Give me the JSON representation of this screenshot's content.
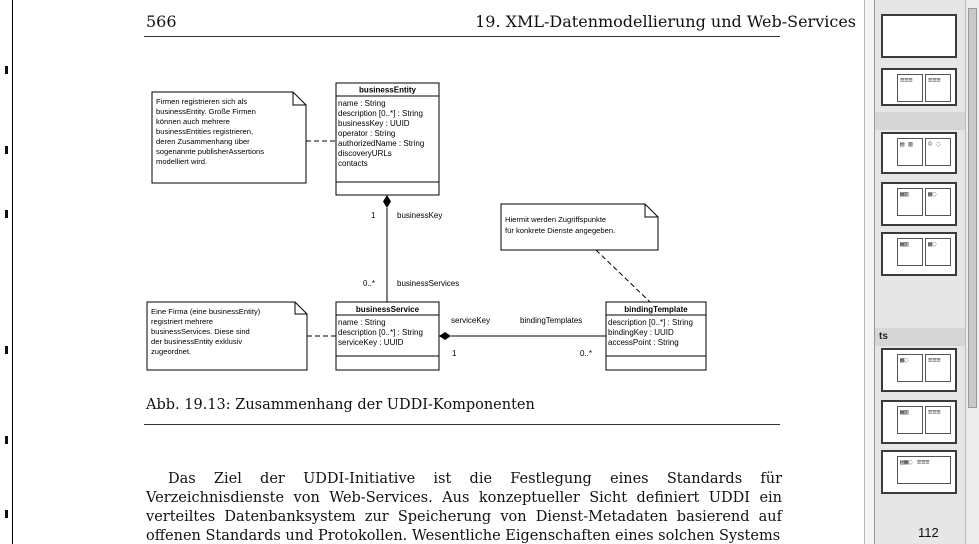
{
  "page": {
    "number": "566",
    "chapter_title": "19.  XML-Datenmodellierung und Web-Services"
  },
  "diagram": {
    "businessEntity": {
      "title": "businessEntity",
      "attributes": [
        "name : String",
        "description [0..*] : String",
        "businessKey : UUID",
        "operator : String",
        "authorizedName : String",
        "discoveryURLs",
        "contacts"
      ]
    },
    "businessService": {
      "title": "businessService",
      "attributes": [
        "name : String",
        "description [0..*] : String",
        "serviceKey : UUID"
      ]
    },
    "bindingTemplate": {
      "title": "bindingTemplate",
      "attributes": [
        "description [0..*] : String",
        "bindingKey : UUID",
        "accessPoint : String"
      ]
    },
    "note_entity": [
      "Firmen registrieren sich als",
      "businessEntity.  Große Firmen",
      "können auch mehrere",
      "businessEntities  registrieren,",
      "deren Zusammenhang über",
      "sogenannte publisherAssertions",
      "modelliert wird."
    ],
    "note_service": [
      "Eine Firma (eine businessEntity)",
      "registriert mehrere",
      "businessServices. Diese sind",
      "der businessEntity exklusiv",
      "zugeordnet."
    ],
    "note_binding": [
      "Hiermit werden Zugriffspunkte",
      "für konkrete Dienste angegeben."
    ],
    "labels": {
      "mult_one_top": "1",
      "role_business_key": "businessKey",
      "mult_many_top": "0..*",
      "role_business_services": "businessServices",
      "role_service_key": "serviceKey",
      "role_binding_templates": "bindingTemplates",
      "mult_one_bottom": "1",
      "mult_many_bottom": "0..*"
    }
  },
  "caption": "Abb. 19.13:  Zusammenhang der UDDI-Komponenten",
  "body": {
    "paragraph": "Das Ziel der UDDI-Initiative ist die Festlegung eines Standards für Verzeichnisdienste von Web-Services. Aus konzeptueller Sicht definiert UDDI ein verteiltes Datenbanksystem zur Speicherung von Dienst-Metadaten basierend auf offenen Standards und Protokollen. Wesentliche Eigenschaften eines solchen Systems"
  },
  "sidebar": {
    "section_label": "ts",
    "page_number": "112"
  }
}
